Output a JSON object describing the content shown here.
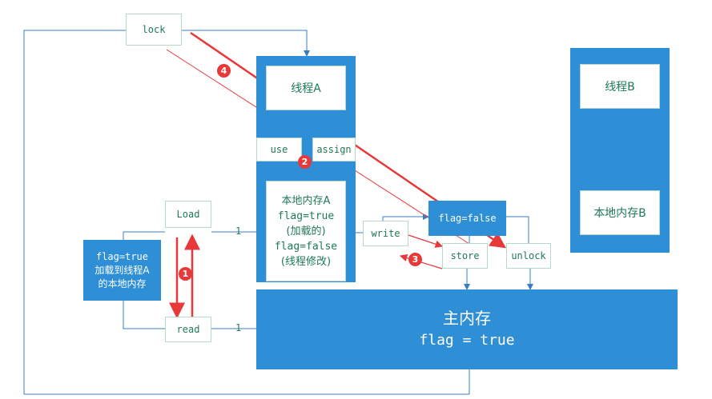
{
  "nodes": {
    "lock": "lock",
    "thread_a": "线程A",
    "use": "use",
    "assign": "assign",
    "local_a": {
      "line1": "本地内存A",
      "line2": "flag=true",
      "line3": "(加载的)",
      "line4": "flag=false",
      "line5": "(线程修改)"
    },
    "load": "Load",
    "read": "read",
    "write": "write",
    "store": "store",
    "unlock": "unlock",
    "flag_false": "flag=false",
    "left_note": {
      "line1": "flag=true",
      "line2": "加载到线程A",
      "line3": "的本地内存"
    },
    "main_memory": {
      "title": "主内存",
      "value": "flag = true"
    },
    "thread_b": "线程B",
    "local_b": "本地内存B"
  },
  "edge_labels": {
    "load_to_local": "1",
    "read_to_main": "1"
  },
  "steps": [
    "1",
    "2",
    "3",
    "4"
  ],
  "colors": {
    "blue": "#2e8fd6",
    "line": "#3a7dbf",
    "red": "#e8393a",
    "text_green": "#1f7a55"
  }
}
